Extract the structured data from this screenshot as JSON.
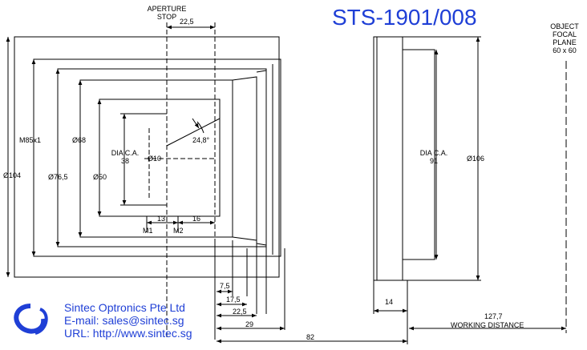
{
  "title": "STS-1901/008",
  "company": {
    "name": "Sintec Optronics Pte Ltd",
    "email": "E-mail: sales@sintec.sg",
    "url": "URL: http://www.sintec.sg",
    "logo_icon": "sintec-swirl-logo-icon",
    "brand_color": "#1f3fd6"
  },
  "labels": {
    "aperture_line1": "APERTURE",
    "aperture_line2": "STOP",
    "object_line1": "OBJECT",
    "object_line2": "FOCAL",
    "object_line3": "PLANE",
    "object_line4": "60 x 60",
    "thread": "M85x1",
    "dia_left_1": "DIA C.A.",
    "dia_left_2": "38",
    "dia_right_1": "DIA C.A.",
    "dia_right_2": "91",
    "working_distance": "WORKING DISTANCE",
    "m1": "M1",
    "m2": "M2"
  },
  "dimensions": {
    "aperture_gap": "22,5",
    "d104": "Ø104",
    "d76": "Ø76,5",
    "d68": "Ø68",
    "d50": "Ø50",
    "d10": "Ø10",
    "angle": "24,8°",
    "d106": "Ø106",
    "m1_len": "13",
    "m2_len": "16",
    "l75": "7,5",
    "l175": "17,5",
    "l225": "22,5",
    "l29": "29",
    "l82": "82",
    "l14": "14",
    "l1277": "127,7"
  }
}
